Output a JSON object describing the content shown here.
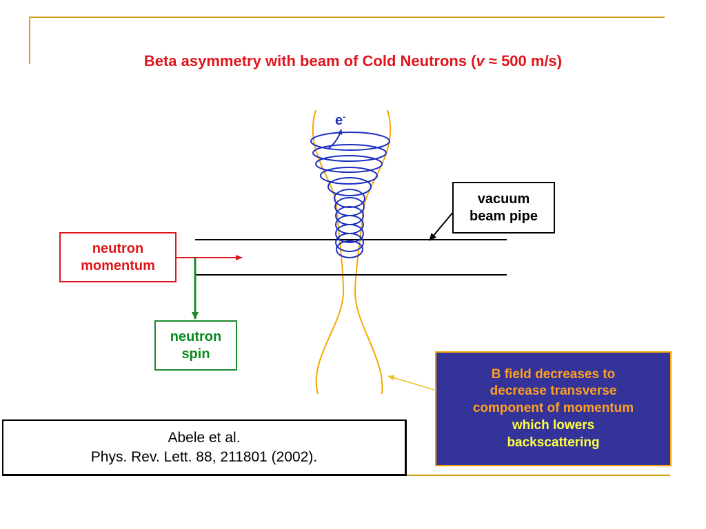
{
  "slide": {
    "title_before": "Beta asymmetry with beam of Cold Neutrons (",
    "title_var": "v",
    "title_after": " ≈ 500 m/s)"
  },
  "labels": {
    "electron": "e",
    "electron_sup": "-",
    "vacuum_line1": "vacuum",
    "vacuum_line2": "beam pipe",
    "momentum_line1": "neutron",
    "momentum_line2": "momentum",
    "spin_line1": "neutron",
    "spin_line2": "spin"
  },
  "bfield": {
    "line1": "B field decreases to",
    "line2": "decrease transverse",
    "line3": "component of momentum",
    "line4": "which lowers",
    "line5": "backscattering"
  },
  "reference": {
    "line1": "Abele et al.",
    "line2": "Phys. Rev. Lett. 88, 211801 (2002)."
  },
  "colors": {
    "title": "#e0151b",
    "accent_rule": "#d4a017",
    "field_lines": "#f7a600",
    "helix": "#1a2fc0",
    "momentum": "#e0151b",
    "spin": "#1a8a2a",
    "callout_fill": "#333399"
  }
}
